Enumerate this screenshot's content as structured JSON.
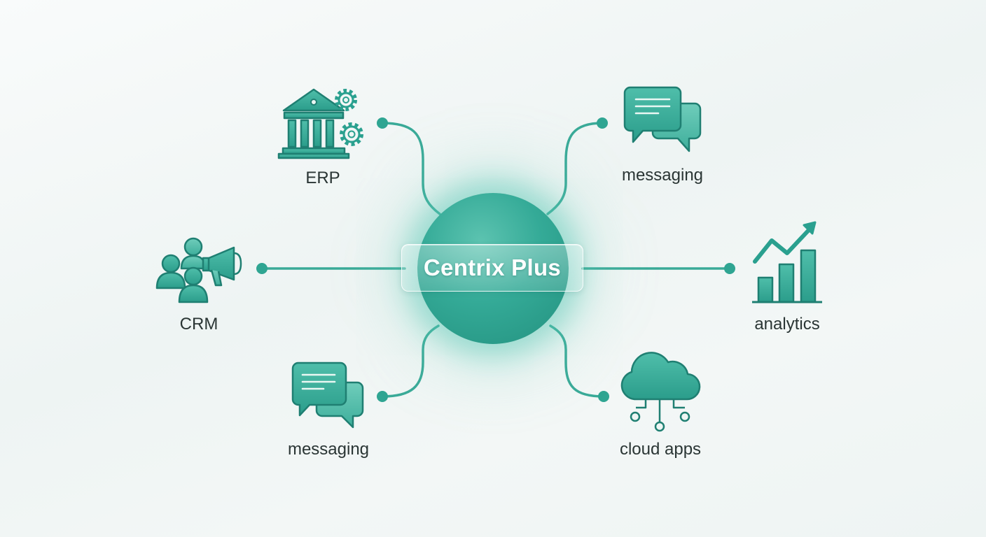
{
  "hub": {
    "label": "Centrix Plus"
  },
  "nodes": [
    {
      "id": "erp",
      "label": "ERP",
      "icon": "erp-building-gears-icon"
    },
    {
      "id": "messaging-top",
      "label": "messaging",
      "icon": "chat-bubbles-icon"
    },
    {
      "id": "crm",
      "label": "CRM",
      "icon": "crm-people-megaphone-icon"
    },
    {
      "id": "analytics",
      "label": "analytics",
      "icon": "bar-chart-trend-icon"
    },
    {
      "id": "messaging-bottom",
      "label": "messaging",
      "icon": "chat-bubbles-icon"
    },
    {
      "id": "cloud-apps",
      "label": "cloud apps",
      "icon": "cloud-network-icon"
    }
  ],
  "colors": {
    "accent": "#2aa08f",
    "accent_dark": "#1f7f72",
    "icon_fill_light": "#4cbaa6",
    "line": "#3aaa98",
    "label_text": "#2a3534",
    "background": "#f3f7f6"
  }
}
